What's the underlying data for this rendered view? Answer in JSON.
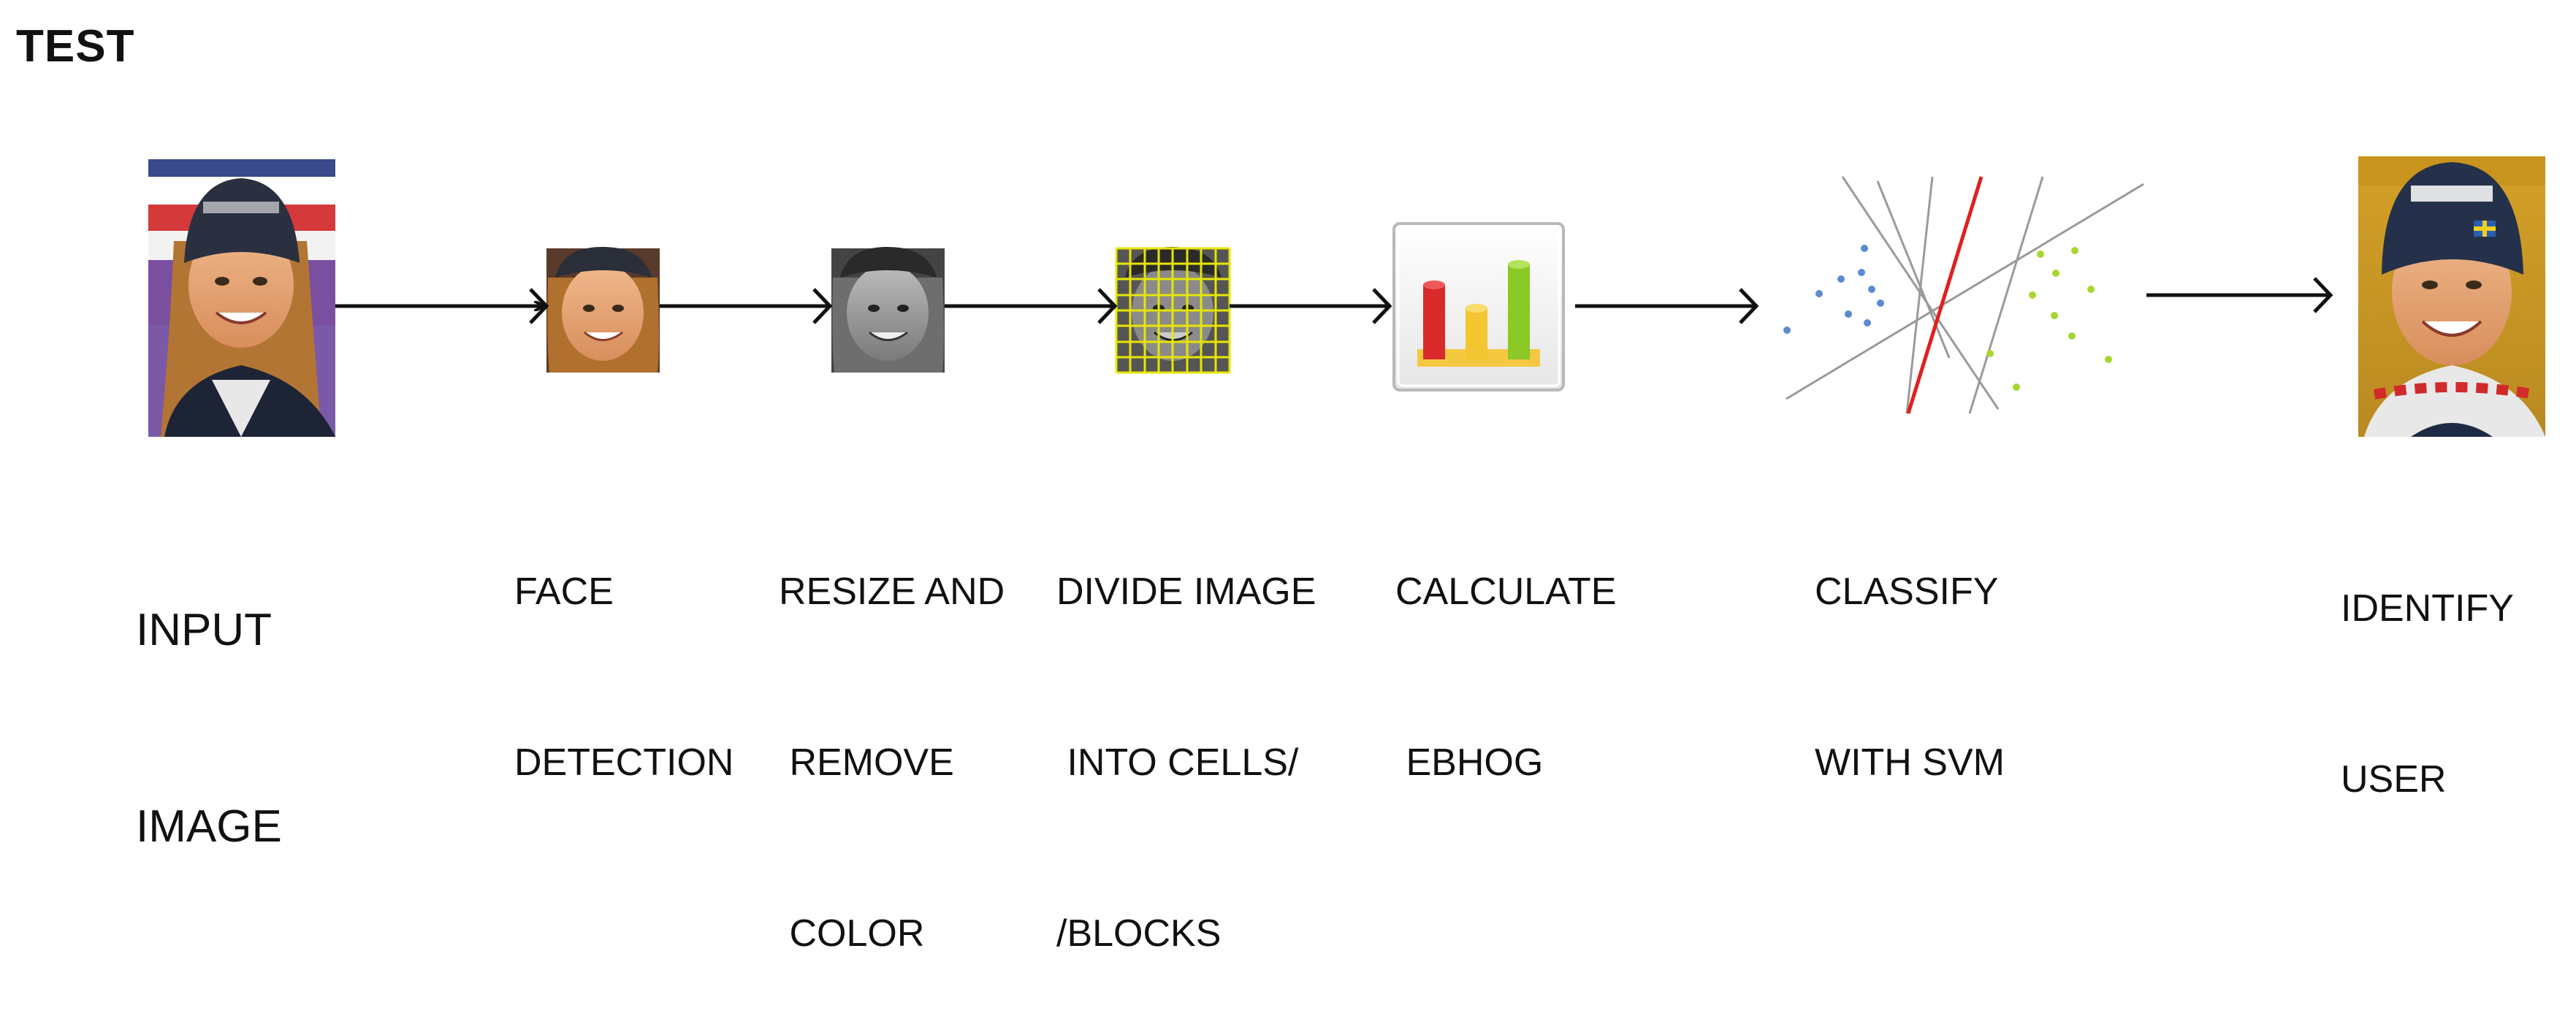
{
  "title": "TEST",
  "steps": [
    {
      "label_lines": [
        "INPUT",
        "IMAGE"
      ]
    },
    {
      "label_lines": [
        "FACE",
        "DETECTION"
      ]
    },
    {
      "label_lines": [
        "RESIZE AND",
        " REMOVE",
        " COLOR"
      ]
    },
    {
      "label_lines": [
        "DIVIDE IMAGE",
        " INTO CELLS/",
        "/BLOCKS"
      ]
    },
    {
      "label_lines": [
        "CALCULATE",
        " EBHOG"
      ]
    },
    {
      "label_lines": [
        "CLASSIFY",
        "WITH SVM"
      ]
    },
    {
      "label_lines": [
        "IDENTIFY",
        "USER"
      ]
    }
  ],
  "colors": {
    "arrow": "#111111",
    "skin": "#e8a878",
    "hair": "#b0702e",
    "hat": "#2a2f3a",
    "grid": "#e6e600",
    "bar_red": "#d82a2a",
    "bar_yellow": "#f2c531",
    "bar_green": "#8ac926",
    "svm_red_line": "#e02020",
    "svm_blue_dot": "#5b8ad1",
    "svm_green_dot": "#a8d630"
  }
}
